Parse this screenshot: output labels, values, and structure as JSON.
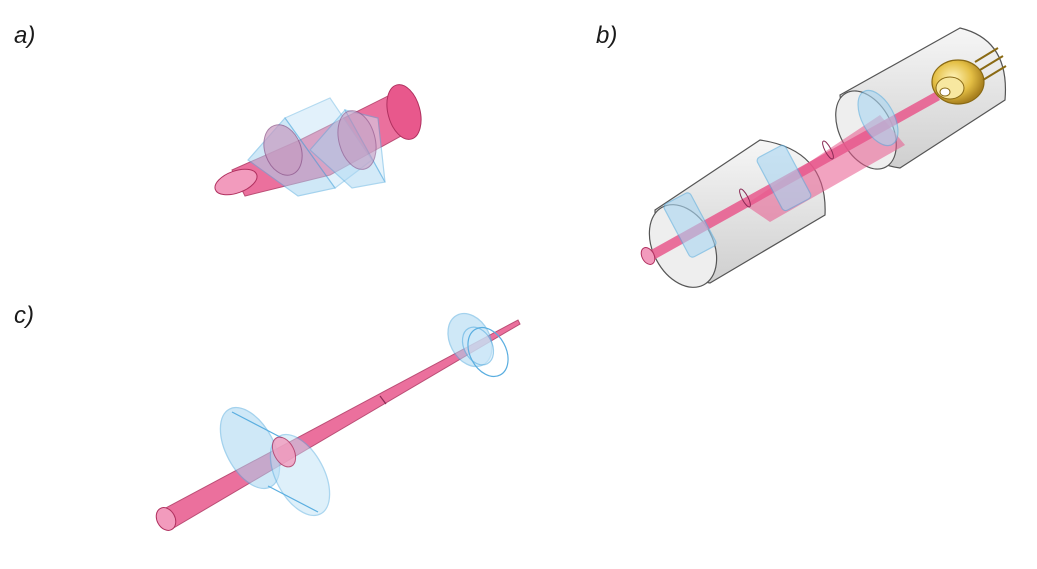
{
  "panels": {
    "a": {
      "label": "a)"
    },
    "b": {
      "label": "b)"
    },
    "c": {
      "label": "c)"
    }
  },
  "colors": {
    "beam": "#e8588c",
    "beam_light": "#f3a3c3",
    "glass": "#a9d6f2",
    "glass_edge": "#5aaee0",
    "housing": "#e9e9e9",
    "housing_edge": "#555555",
    "laser_diode": "#e4bf45"
  }
}
